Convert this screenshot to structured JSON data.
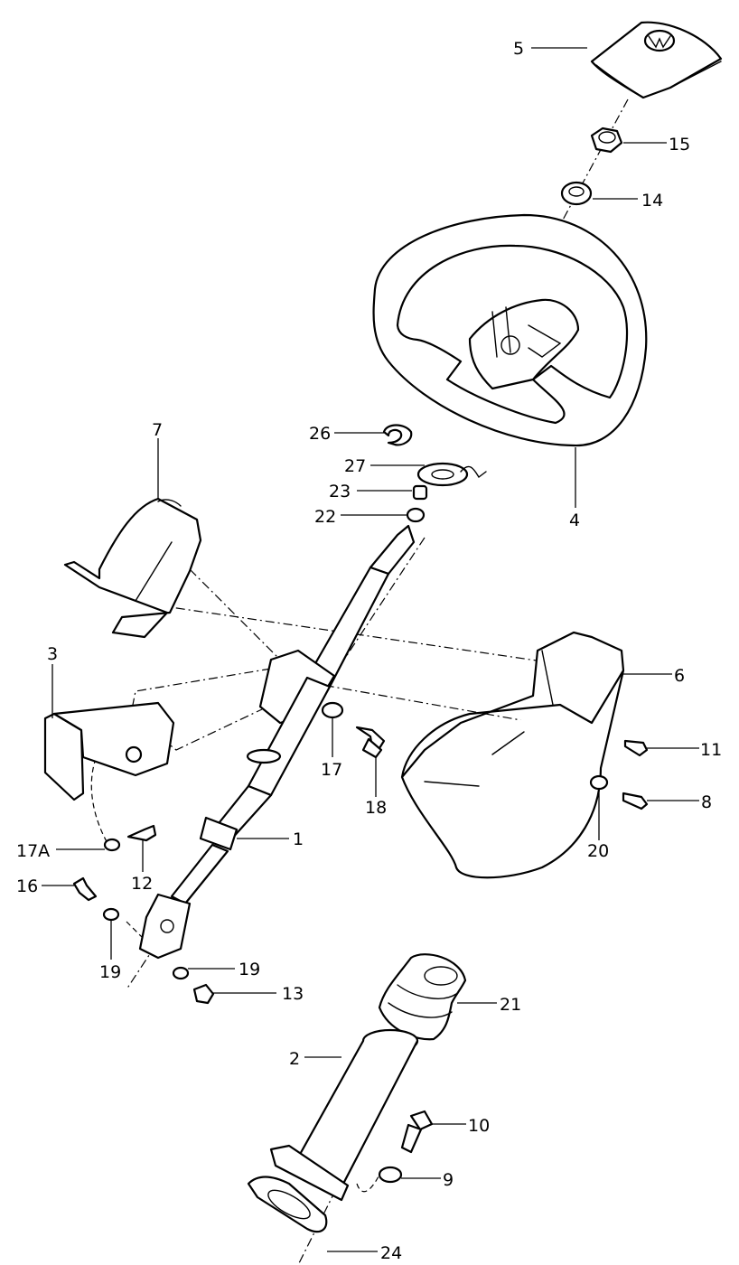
{
  "callouts": [
    {
      "id": "c1",
      "label": "1"
    },
    {
      "id": "c2",
      "label": "2"
    },
    {
      "id": "c3",
      "label": "3"
    },
    {
      "id": "c4",
      "label": "4"
    },
    {
      "id": "c5",
      "label": "5"
    },
    {
      "id": "c6",
      "label": "6"
    },
    {
      "id": "c7",
      "label": "7"
    },
    {
      "id": "c8",
      "label": "8"
    },
    {
      "id": "c9",
      "label": "9"
    },
    {
      "id": "c10",
      "label": "10"
    },
    {
      "id": "c11",
      "label": "11"
    },
    {
      "id": "c12",
      "label": "12"
    },
    {
      "id": "c13",
      "label": "13"
    },
    {
      "id": "c14",
      "label": "14"
    },
    {
      "id": "c15",
      "label": "15"
    },
    {
      "id": "c16",
      "label": "16"
    },
    {
      "id": "c17",
      "label": "17"
    },
    {
      "id": "c17a",
      "label": "17A"
    },
    {
      "id": "c18",
      "label": "18"
    },
    {
      "id": "c19a",
      "label": "19"
    },
    {
      "id": "c19b",
      "label": "19"
    },
    {
      "id": "c20",
      "label": "20"
    },
    {
      "id": "c21",
      "label": "21"
    },
    {
      "id": "c22",
      "label": "22"
    },
    {
      "id": "c23",
      "label": "23"
    },
    {
      "id": "c24",
      "label": "24"
    },
    {
      "id": "c26",
      "label": "26"
    },
    {
      "id": "c27",
      "label": "27"
    }
  ],
  "colors": {
    "line": "#000000",
    "background": "#ffffff"
  },
  "icons": {
    "horn-pad-emblem": "vw-logo-icon"
  }
}
